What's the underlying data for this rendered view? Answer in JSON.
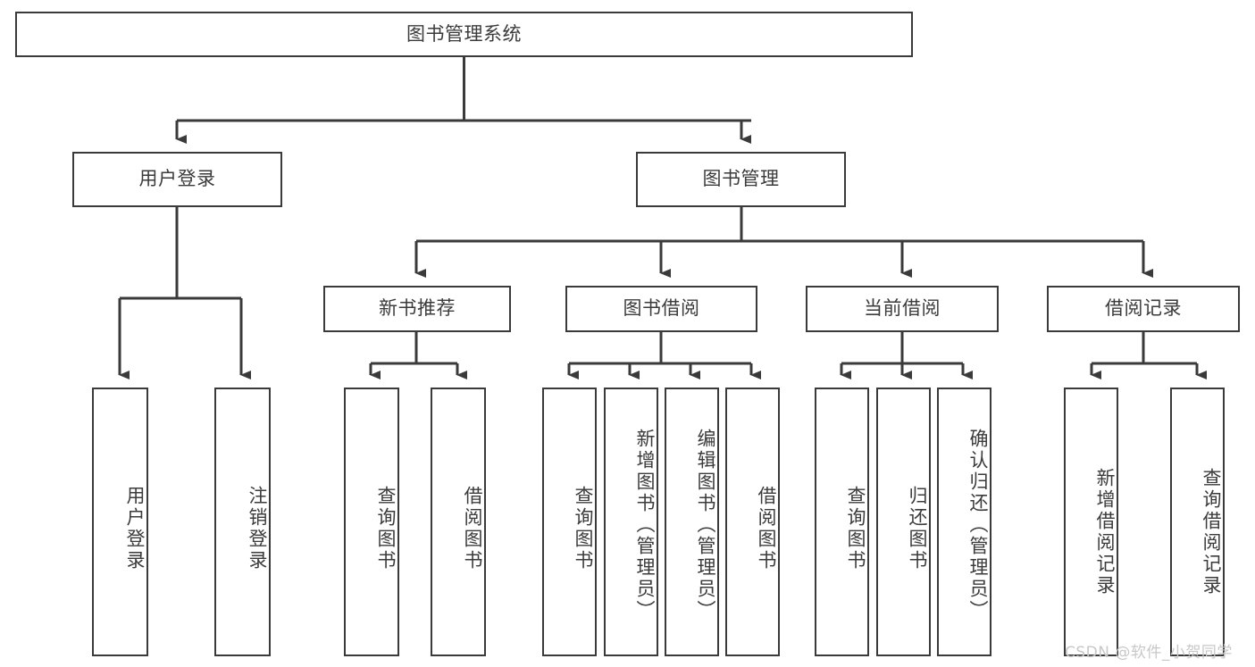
{
  "diagram": {
    "title": "图书管理系统",
    "type": "tree-hierarchy-chart",
    "root": {
      "id": "root",
      "label": "图书管理系统"
    },
    "level1": [
      {
        "id": "user-login",
        "label": "用户登录"
      },
      {
        "id": "book-manage",
        "label": "图书管理"
      }
    ],
    "level2": [
      {
        "id": "new-book-rec",
        "label": "新书推荐",
        "parent": "book-manage"
      },
      {
        "id": "book-borrow",
        "label": "图书借阅",
        "parent": "book-manage"
      },
      {
        "id": "current-borrow",
        "label": "当前借阅",
        "parent": "book-manage"
      },
      {
        "id": "borrow-record",
        "label": "借阅记录",
        "parent": "book-manage"
      }
    ],
    "leaves": [
      {
        "id": "leaf-user-login",
        "label": "用户登录",
        "parent": "user-login"
      },
      {
        "id": "leaf-logout-login",
        "label": "注销登录",
        "parent": "user-login"
      },
      {
        "id": "leaf-query-book-1",
        "label": "查询图书",
        "parent": "new-book-rec"
      },
      {
        "id": "leaf-borrow-book-1",
        "label": "借阅图书",
        "parent": "new-book-rec"
      },
      {
        "id": "leaf-query-book-2",
        "label": "查询图书",
        "parent": "book-borrow"
      },
      {
        "id": "leaf-add-book",
        "label": "新增图书（管理员）",
        "parent": "book-borrow"
      },
      {
        "id": "leaf-edit-book",
        "label": "编辑图书（管理员）",
        "parent": "book-borrow"
      },
      {
        "id": "leaf-borrow-book-2",
        "label": "借阅图书",
        "parent": "book-borrow"
      },
      {
        "id": "leaf-query-book-3",
        "label": "查询图书",
        "parent": "current-borrow"
      },
      {
        "id": "leaf-return-book",
        "label": "归还图书",
        "parent": "current-borrow"
      },
      {
        "id": "leaf-confirm-return",
        "label": "确认归还（管理员）",
        "parent": "current-borrow"
      },
      {
        "id": "leaf-add-record",
        "label": "新增借阅记录",
        "parent": "borrow-record"
      },
      {
        "id": "leaf-query-record",
        "label": "查询借阅记录",
        "parent": "borrow-record"
      }
    ]
  },
  "watermark": {
    "text": "CSDN @软件_小贺同学"
  },
  "colors": {
    "border": "#3a3a3a",
    "text": "#3b3b3b",
    "background": "#ffffff",
    "watermark": "#c8c8c8"
  }
}
